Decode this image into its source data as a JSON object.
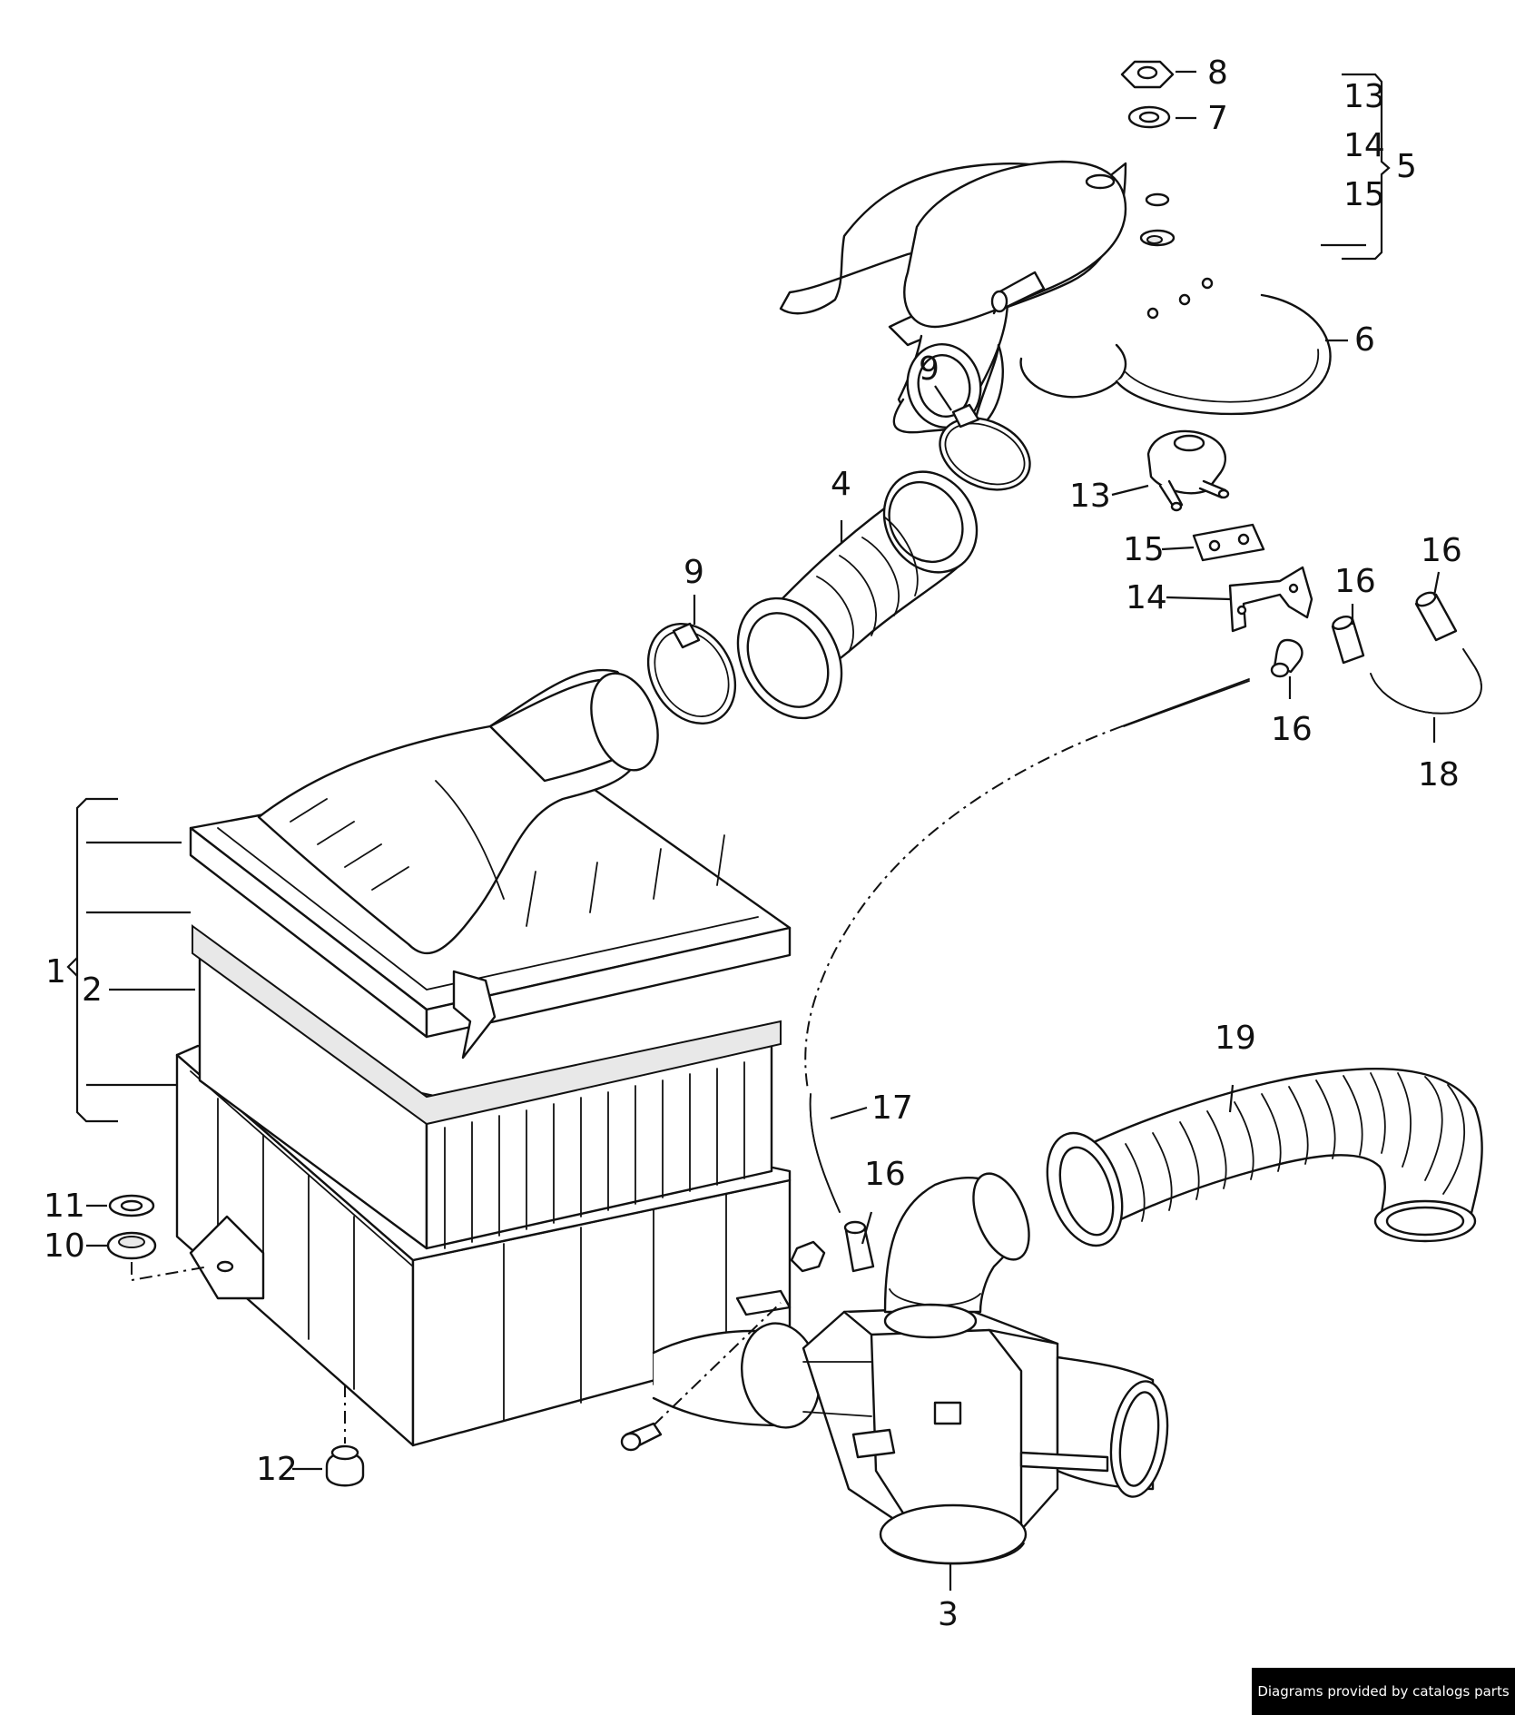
{
  "diagram": {
    "callouts": [
      {
        "id": "c1",
        "text": "1"
      },
      {
        "id": "c2",
        "text": "2"
      },
      {
        "id": "c3",
        "text": "3"
      },
      {
        "id": "c4",
        "text": "4"
      },
      {
        "id": "c5",
        "text": "5"
      },
      {
        "id": "c6",
        "text": "6"
      },
      {
        "id": "c7",
        "text": "7"
      },
      {
        "id": "c8",
        "text": "8"
      },
      {
        "id": "c9a",
        "text": "9"
      },
      {
        "id": "c9b",
        "text": "9"
      },
      {
        "id": "c10",
        "text": "10"
      },
      {
        "id": "c11",
        "text": "11"
      },
      {
        "id": "c12",
        "text": "12"
      },
      {
        "id": "c13a",
        "text": "13"
      },
      {
        "id": "c13b",
        "text": "13"
      },
      {
        "id": "c14a",
        "text": "14"
      },
      {
        "id": "c14b",
        "text": "14"
      },
      {
        "id": "c15a",
        "text": "15"
      },
      {
        "id": "c15b",
        "text": "15"
      },
      {
        "id": "c16a",
        "text": "16"
      },
      {
        "id": "c16b",
        "text": "16"
      },
      {
        "id": "c16c",
        "text": "16"
      },
      {
        "id": "c16d",
        "text": "16"
      },
      {
        "id": "c17",
        "text": "17"
      },
      {
        "id": "c18",
        "text": "18"
      },
      {
        "id": "c19",
        "text": "19"
      }
    ]
  },
  "watermark": {
    "text": "Diagrams provided by catalogs parts",
    "background": "#000000",
    "color": "#ffffff"
  }
}
